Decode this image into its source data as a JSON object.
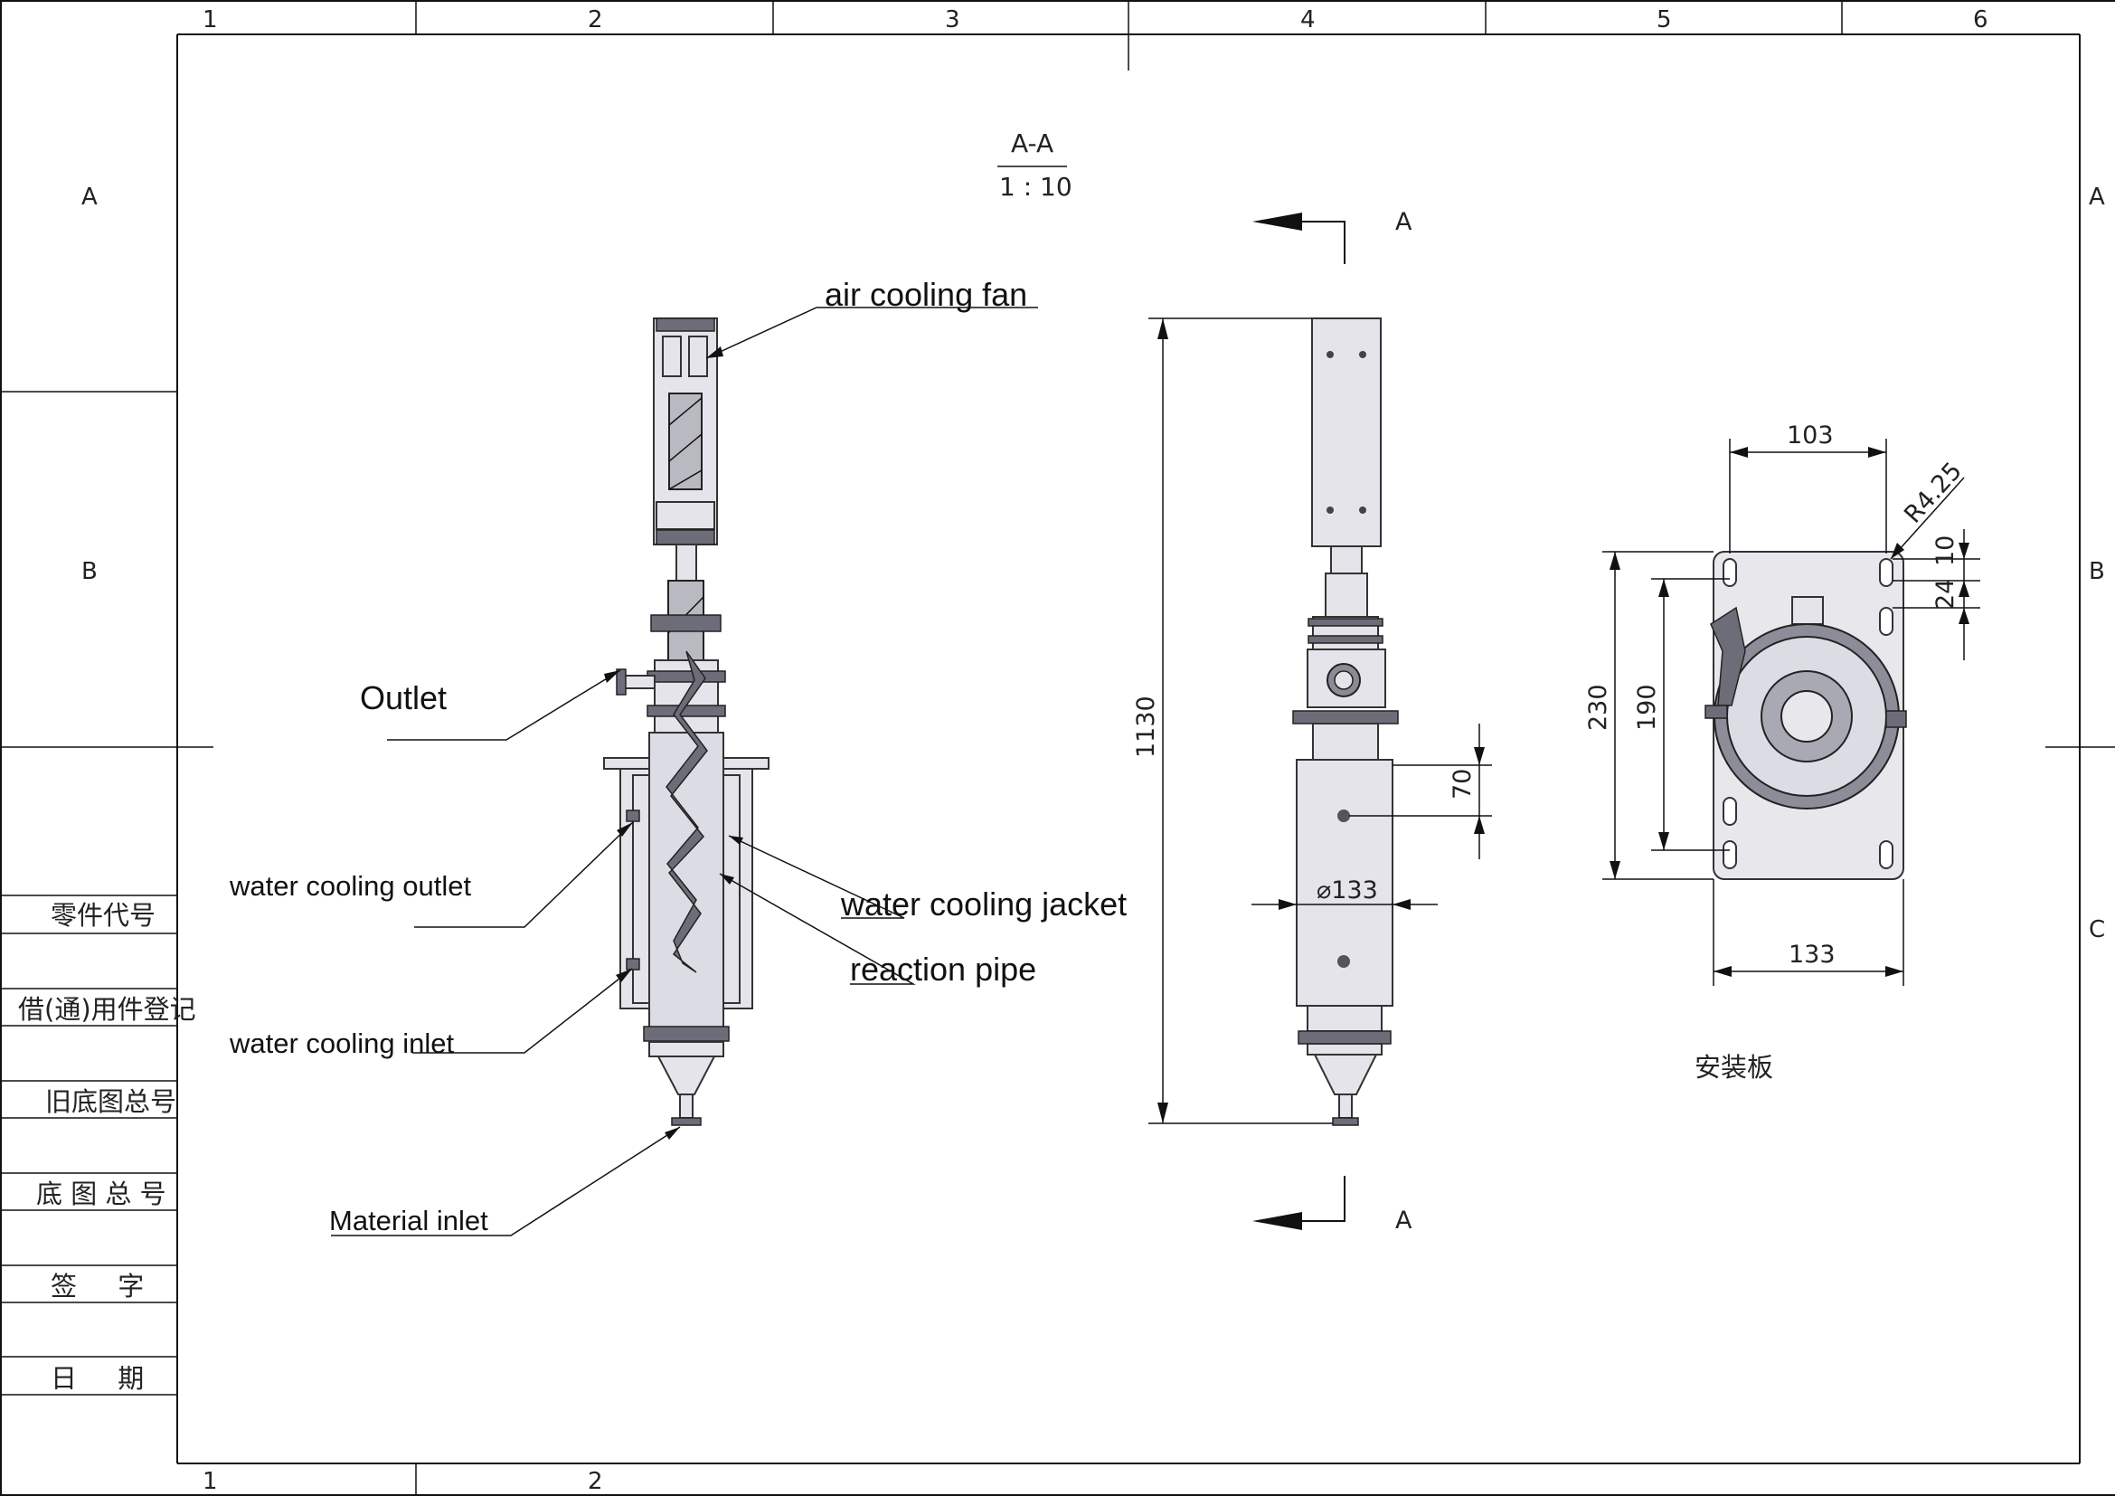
{
  "frame": {
    "top_columns": [
      "1",
      "2",
      "3",
      "4",
      "5",
      "6"
    ],
    "bottom_columns": [
      "1",
      "2"
    ],
    "left_rows": [
      "A",
      "B"
    ],
    "right_rows": [
      "A",
      "B",
      "C"
    ]
  },
  "title_block": {
    "rows": [
      "零件代号",
      "借(通)用件登记",
      "旧底图总号",
      "底 图 总 号",
      "签 字",
      "日 期"
    ]
  },
  "section_view": {
    "title": "A-A",
    "scale": "1 : 10",
    "labels": {
      "air_cooling_fan": "air cooling fan",
      "outlet": "Outlet",
      "water_cooling_outlet": "water cooling outlet",
      "water_cooling_jacket": "water cooling jacket",
      "reaction_pipe": "reaction pipe",
      "water_cooling_inlet": "water cooling inlet",
      "material_inlet": "Material inlet"
    }
  },
  "front_view": {
    "section_marker": "A",
    "dims": {
      "overall_height": "1130",
      "nozzle_spacing": "70",
      "diameter": "⌀133"
    }
  },
  "plate_view": {
    "caption": "安装板",
    "dims": {
      "top_width": "103",
      "radius": "R4.25",
      "slot_length": "10",
      "slot_spacing": "24",
      "height": "230",
      "hole_spacing": "190",
      "bottom_width": "133"
    }
  }
}
